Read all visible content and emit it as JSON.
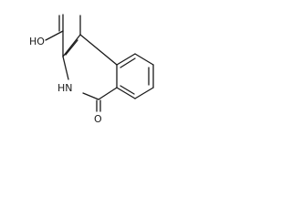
{
  "molecule": {
    "atoms": {
      "hydroxyl": "HO",
      "amine": "HN",
      "carbonyl_oxygen": "O"
    }
  }
}
